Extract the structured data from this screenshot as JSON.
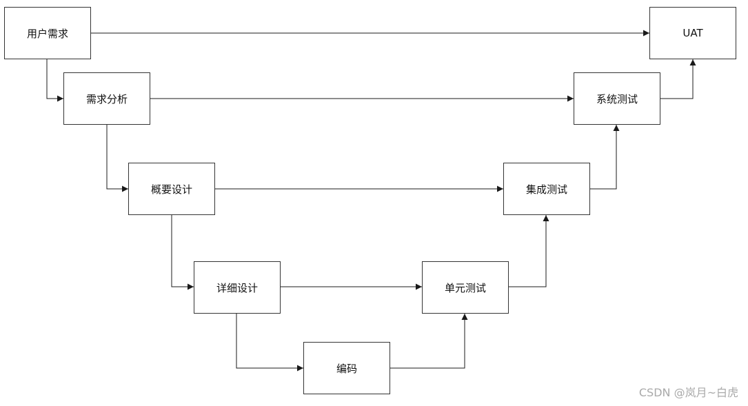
{
  "nodes": {
    "user_requirements": "用户需求",
    "uat": "UAT",
    "requirements_analysis": "需求分析",
    "system_test": "系统测试",
    "high_level_design": "概要设计",
    "integration_test": "集成测试",
    "detailed_design": "详细设计",
    "unit_test": "单元测试",
    "coding": "编码"
  },
  "colors": {
    "line": "#1a1a1a",
    "border": "#333333",
    "watermark": "#a9a9a9"
  },
  "watermark": "CSDN @岚月~白虎"
}
